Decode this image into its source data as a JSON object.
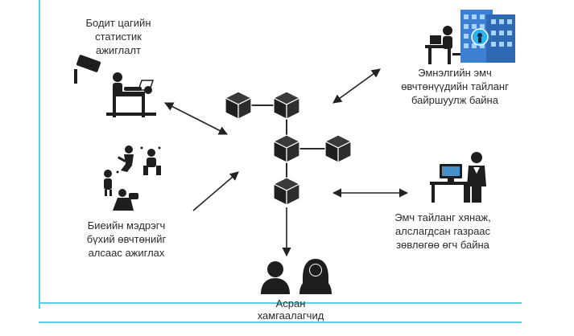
{
  "labels": {
    "stats": "Бодит цагийн\nстатистик\nажиглалт",
    "hospital": "Эмнэлгийн эмч\nөвчтөнүүдийн тайланг\nбайршуулж байна",
    "sensors": "Биеийн мэдрэгч\nбүхий өвчтөнийг\nалсаас ажиглах",
    "doctor": "Эмч тайланг хянаж,\nалслагдсан газраас\nзөвлөгөө өгч байна",
    "caregivers": "Асран\nхамгаалагчид"
  },
  "icons": {
    "surveillance": "surveillance-camera-monitoring-icon",
    "hospital": "hospital-building-icon",
    "patients": "patients-with-sensors-icon",
    "doctor": "doctor-at-computer-icon",
    "caregivers": "caregivers-couple-icon",
    "blockchain": "blockchain-cube-icon"
  },
  "colors": {
    "frame_line": "#5bcfe0",
    "cube": "#2b2b2b",
    "arrow": "#222222",
    "hospital_blue": "#3d7fd1"
  }
}
